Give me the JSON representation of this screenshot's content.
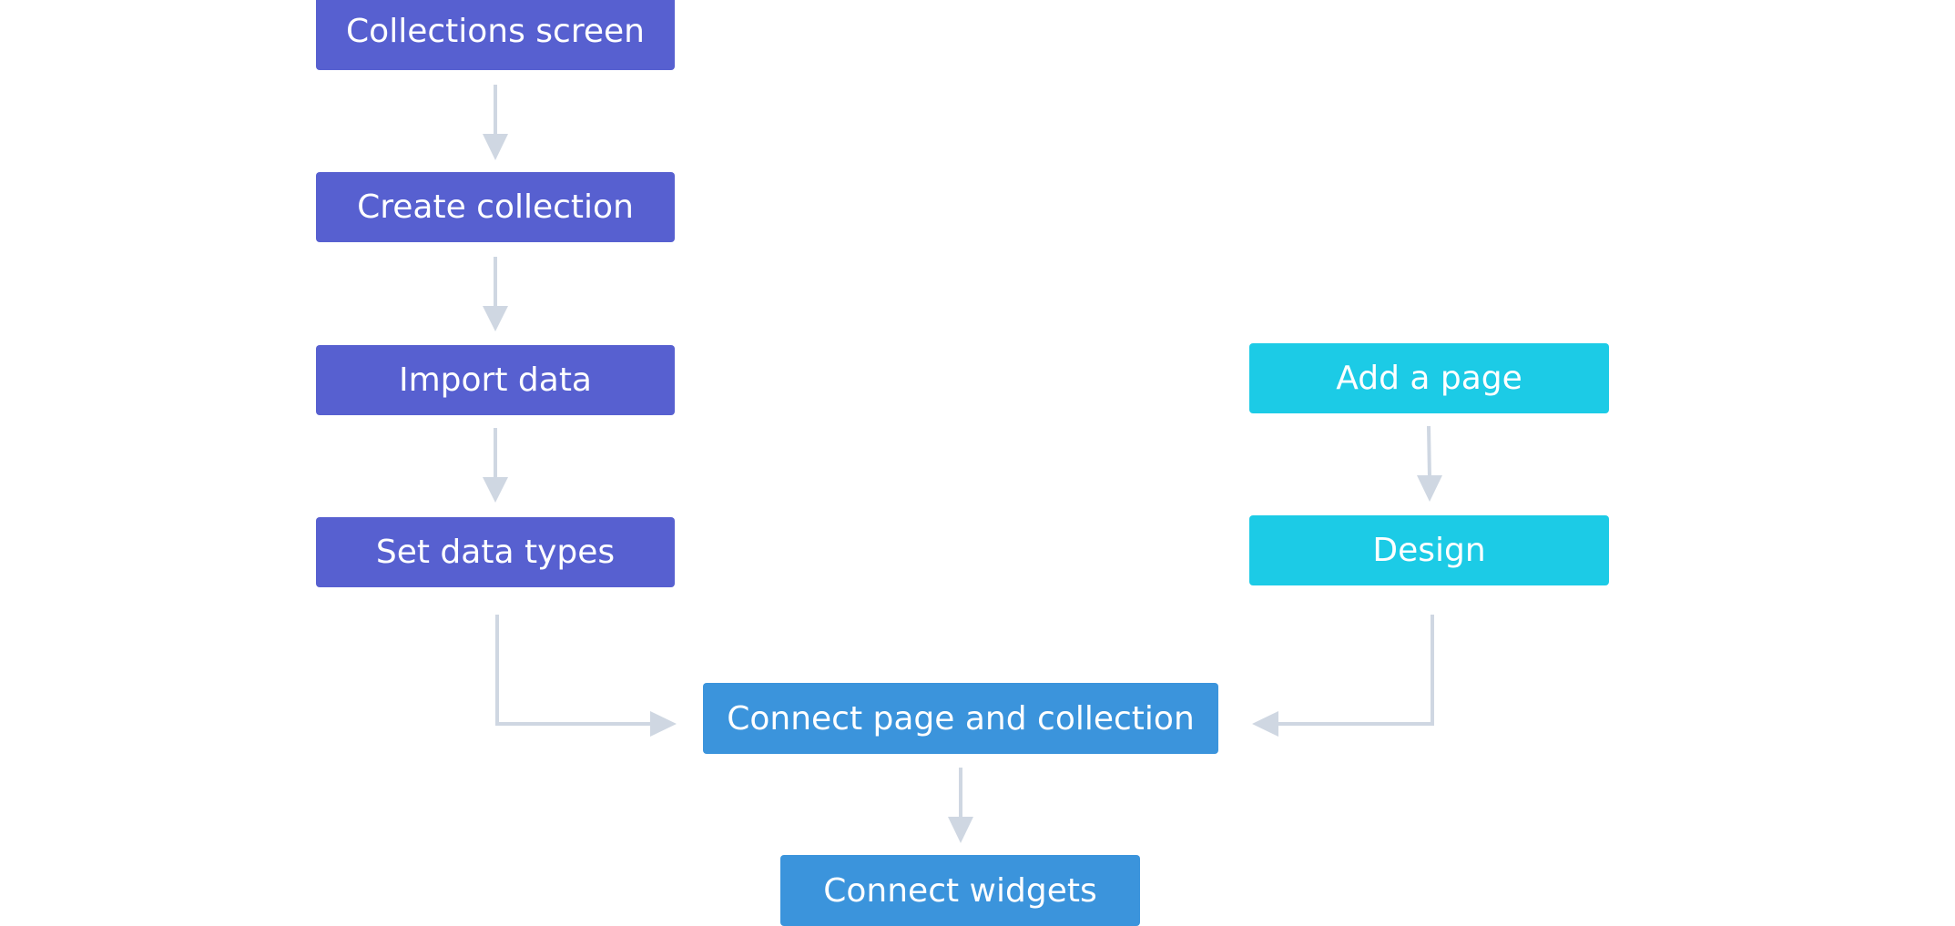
{
  "diagram": {
    "nodes": {
      "collections_screen": "Collections screen",
      "create_collection": "Create collection",
      "import_data": "Import data",
      "set_data_types": "Set data types",
      "add_a_page": "Add a page",
      "design": "Design",
      "connect_page_and_collection": "Connect page and collection",
      "connect_widgets": "Connect widgets"
    },
    "edges": [
      {
        "from": "Collections screen",
        "to": "Create collection"
      },
      {
        "from": "Create collection",
        "to": "Import data"
      },
      {
        "from": "Import data",
        "to": "Set data types"
      },
      {
        "from": "Add a page",
        "to": "Design"
      },
      {
        "from": "Set data types",
        "to": "Connect page and collection"
      },
      {
        "from": "Design",
        "to": "Connect page and collection"
      },
      {
        "from": "Connect page and collection",
        "to": "Connect widgets"
      }
    ],
    "colors": {
      "data_track": "#5760d0",
      "page_track": "#1ccbe6",
      "merge_track": "#3b94dc",
      "arrow": "#cfd7e2",
      "text": "#ffffff"
    }
  }
}
